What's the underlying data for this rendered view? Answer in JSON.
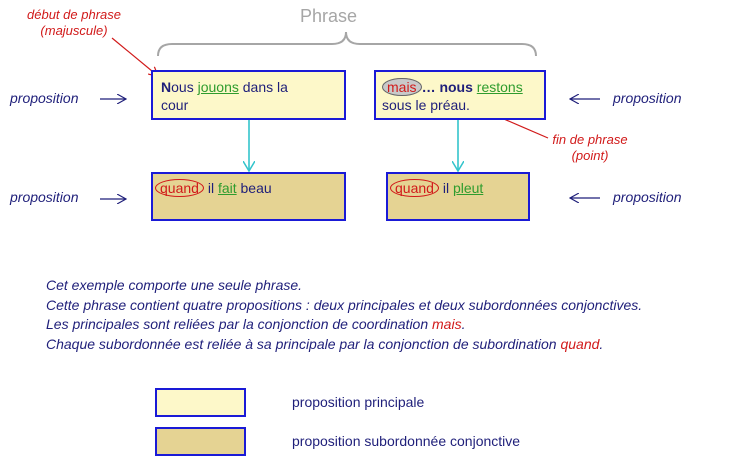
{
  "title": "Phrase",
  "notes": {
    "debut_line1": "début de phrase",
    "debut_line2": "(majuscule)",
    "fin_line1": "fin de phrase",
    "fin_line2": "(point)"
  },
  "side_labels": {
    "left_top": "proposition",
    "left_bottom": "proposition",
    "right_top": "proposition",
    "right_bottom": "proposition"
  },
  "box1": {
    "initial": "N",
    "word1": "ous ",
    "verb": "jouons",
    "rest_line1": " dans la",
    "line2": "cour"
  },
  "box2": {
    "conj": "mais",
    "ellipsis": "… nous ",
    "verb": "restons",
    "line2": "sous le préau."
  },
  "box3": {
    "conj": "quand",
    "subject": " il ",
    "verb": "fait",
    "rest": " beau"
  },
  "box4": {
    "conj": "quand",
    "subject": " il ",
    "verb": "pleut"
  },
  "explanation": {
    "line1": "Cet exemple comporte une seule phrase.",
    "line2": "Cette phrase contient quatre propositions : deux principales et deux subordonnées conjonctives.",
    "line3_before": "Les principales sont reliées par la conjonction de coordination ",
    "line3_word": "mais",
    "line3_after": ".",
    "line4_before": "Chaque subordonnée est reliée à sa principale par la conjonction de subordination ",
    "line4_word": "quand",
    "line4_after": "."
  },
  "legend": {
    "main_label": "proposition principale",
    "sub_label": "proposition subordonnée conjonctive"
  },
  "colors": {
    "main_fill": "#fdf8c9",
    "sub_fill": "#e5d393",
    "border": "#1a1ad6",
    "accent_red": "#d11a1a",
    "verb_green": "#2e9c2e",
    "arrow_teal": "#33c4cc"
  }
}
